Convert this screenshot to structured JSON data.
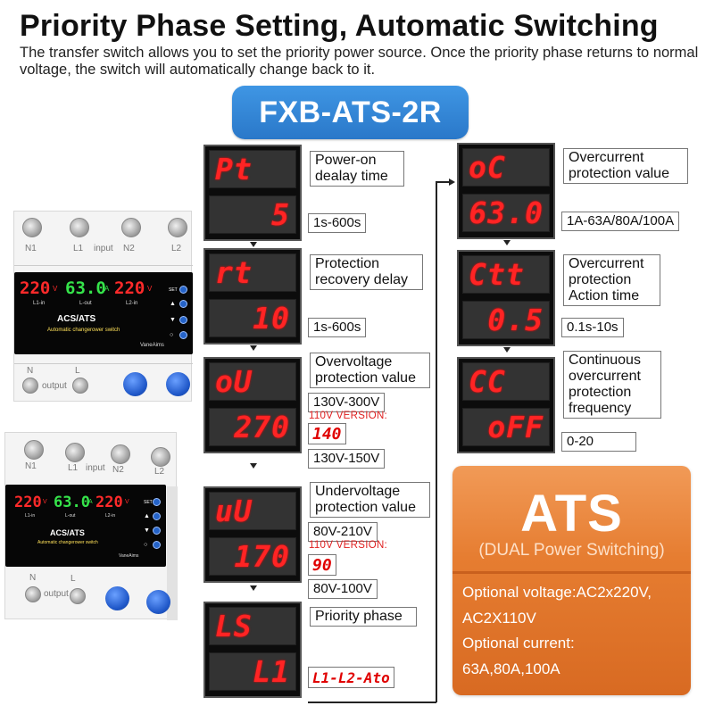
{
  "header": {
    "title": "Priority Phase Setting, Automatic Switching",
    "subtitle": "The transfer switch allows you to set the priority power source. Once the priority phase returns to normal voltage, the switch will automatically change back to it."
  },
  "model": "FXB-ATS-2R",
  "settings_left": [
    {
      "code": "Pt",
      "value_display": "5",
      "label": "Power-on dealay time",
      "range": "1s-600s"
    },
    {
      "code": "rt",
      "value_display": "10",
      "label": "Protection recovery delay",
      "range": "1s-600s"
    },
    {
      "code": "oU",
      "value_display": "270",
      "label": "Overvoltage protection value",
      "range": "130V-300V",
      "v110_label": "110V VERSION:",
      "v110_value": "140",
      "v110_range": "130V-150V"
    },
    {
      "code": "uU",
      "value_display": "170",
      "label": "Undervoltage protection value",
      "range": "80V-210V",
      "v110_label": "110V VERSION:",
      "v110_value": "90",
      "v110_range": "80V-100V"
    },
    {
      "code": "LS",
      "value_display": "L1",
      "label": "Priority phase",
      "range_led": "L1-L2-Ato"
    }
  ],
  "settings_right": [
    {
      "code": "oC",
      "value_display": "63.0",
      "label": "Overcurrent protection value",
      "range": "1A-63A/80A/100A"
    },
    {
      "code": "Ctt",
      "value_display": "0.5",
      "label": "Overcurrent protection Action time",
      "range": "0.1s-10s"
    },
    {
      "code": "CC",
      "value_display": "oFF",
      "label": "Continuous overcurrent protection frequency",
      "range": "0-20"
    }
  ],
  "ats_card": {
    "title": "ATS",
    "subtitle": "(DUAL Power Switching)",
    "lines": [
      "Optional voltage:AC2x220V,",
      "AC2X110V",
      "Optional current:",
      "63A,80A,100A"
    ]
  },
  "device": {
    "terminals_top": [
      "N1",
      "L1",
      "input",
      "N2",
      "L2"
    ],
    "terminals_bottom": [
      "N",
      "L",
      "output"
    ],
    "display_v1": "220",
    "display_a": "63.0",
    "display_v2": "220",
    "unit_v": "V",
    "unit_a": "A",
    "sub_l1": "L1-in",
    "sub_lout": "L-out",
    "sub_l2": "L2-in",
    "brand_line": "ACS/ATS",
    "desc_line": "Automatic changerower switch",
    "maker": "VaneAims",
    "set_label": "SET",
    "colors": {
      "red": "#ff2a2a",
      "green": "#35e34a"
    }
  }
}
